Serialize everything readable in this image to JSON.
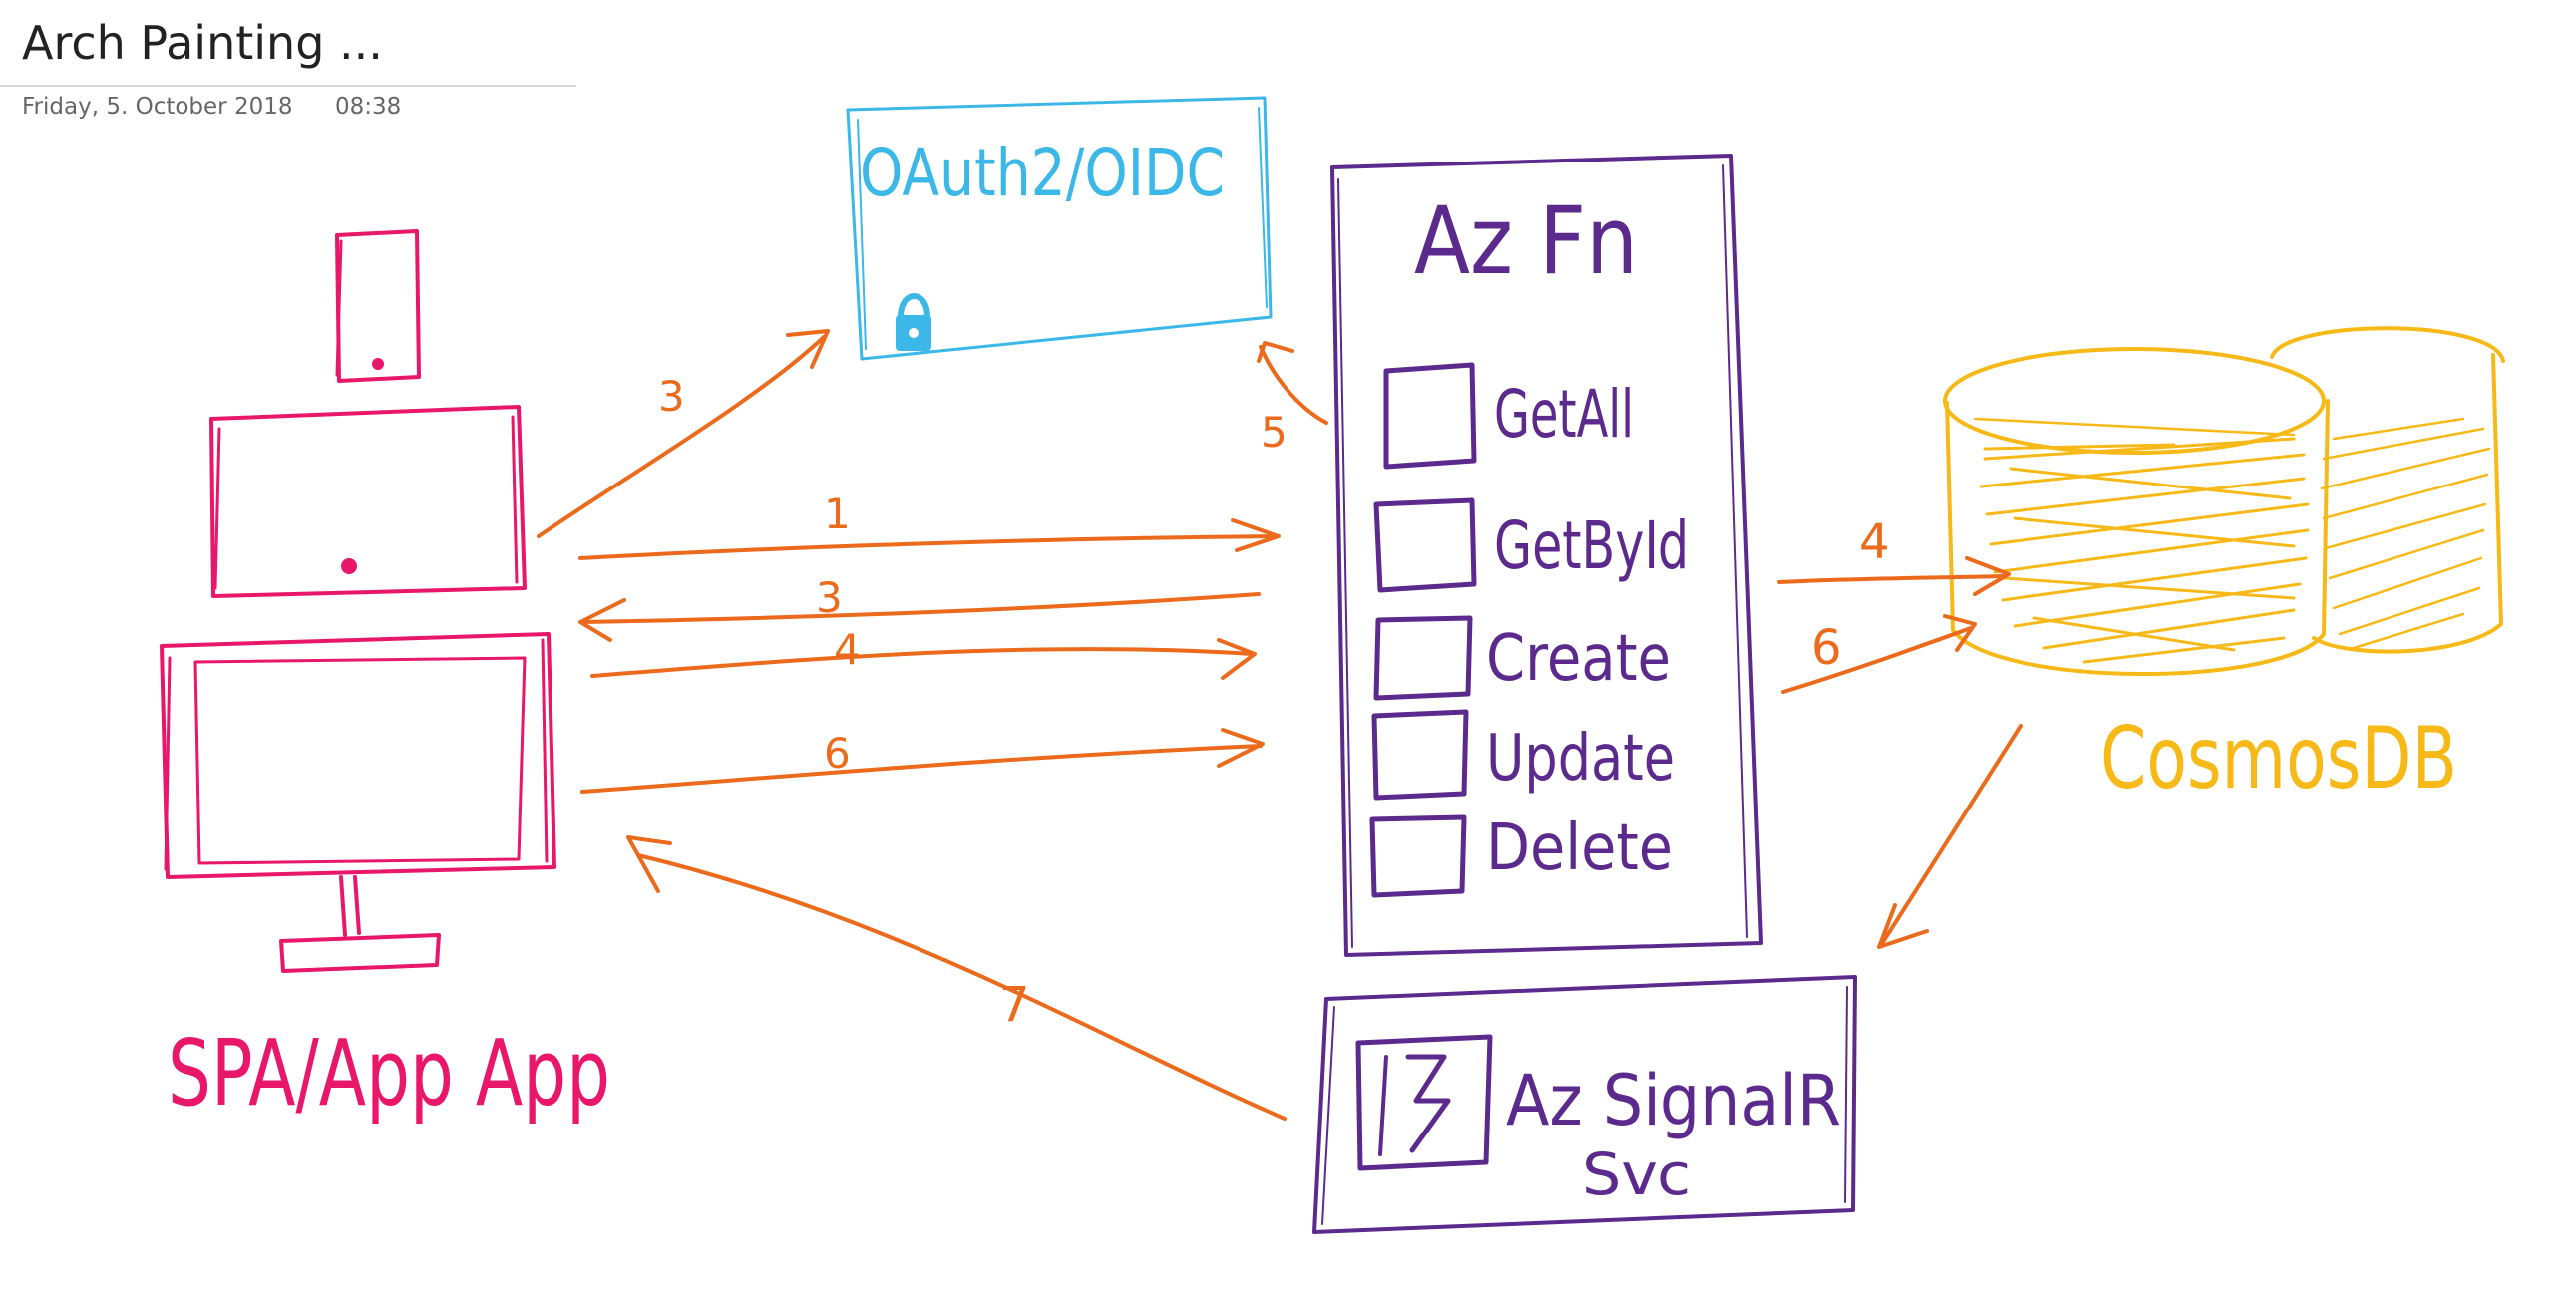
{
  "page": {
    "title": "Arch Painting ...",
    "date": "Friday, 5. October 2018",
    "time": "08:38"
  },
  "colors": {
    "client": "#e8176a",
    "auth": "#3cb8e8",
    "function": "#5b2a8c",
    "database": "#f6b917",
    "flow": "#eb6a1c"
  },
  "diagram": {
    "auth_label": "OAuth2/OIDC",
    "auth_icon": "lock-icon",
    "function_title": "Az Fn",
    "functions": [
      "GetAll",
      "GetById",
      "Create",
      "Update",
      "Delete"
    ],
    "signalr_title": "Az SignalR",
    "signalr_subtitle": "Svc",
    "signalr_icon": "lightning-icon",
    "database_label": "CosmosDB",
    "client_label": "SPA/App App",
    "client_icons": [
      "phone-icon",
      "tablet-icon",
      "monitor-icon"
    ],
    "flows": [
      {
        "id": "client-to-auth",
        "label": "3"
      },
      {
        "id": "auth-to-fn",
        "label": "5"
      },
      {
        "id": "client-to-fn",
        "label": "1"
      },
      {
        "id": "fn-to-client",
        "label": "3"
      },
      {
        "id": "client-to-fn-create",
        "label": "4"
      },
      {
        "id": "client-to-fn-update",
        "label": "6"
      },
      {
        "id": "fn-to-db-create",
        "label": "4"
      },
      {
        "id": "fn-to-db-update",
        "label": "6"
      },
      {
        "id": "db-to-signalr",
        "label": ""
      },
      {
        "id": "signalr-to-client",
        "label": "7"
      }
    ]
  }
}
